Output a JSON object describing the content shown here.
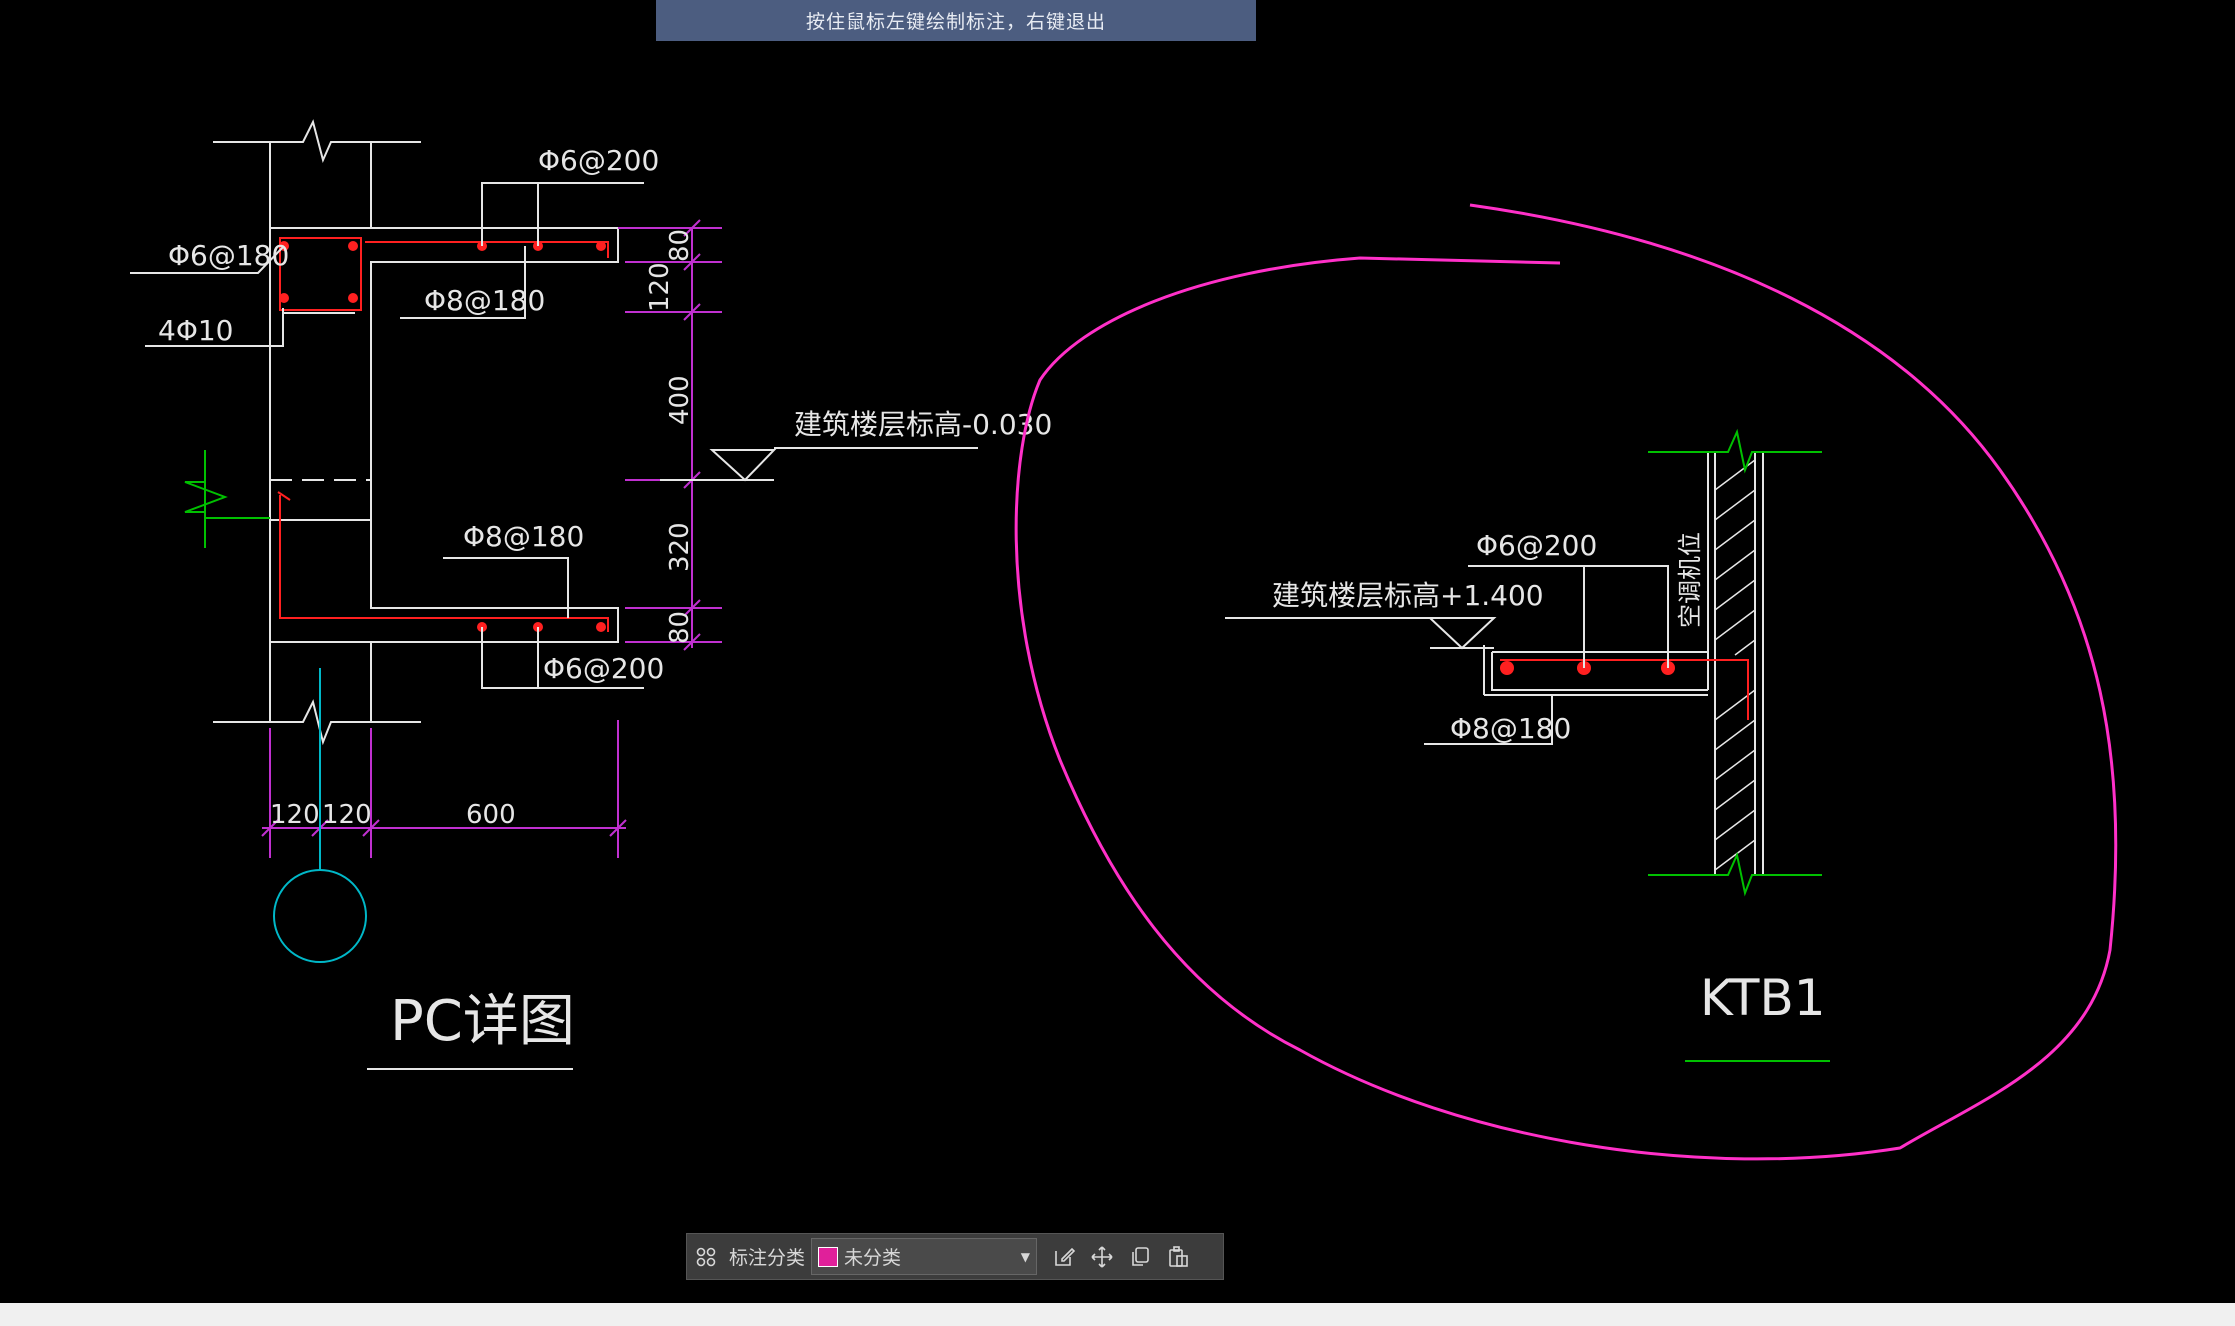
{
  "hint_bar": {
    "text": "按住鼠标左键绘制标注，右键退出"
  },
  "drawing": {
    "pc_detail": {
      "title": "PC详图",
      "labels": {
        "phi6_200_top": "Φ6@200",
        "phi6_180": "Φ6@180",
        "phi8_180_top": "Φ8@180",
        "four_phi10": "4Φ10",
        "phi8_180_bottom": "Φ8@180",
        "phi6_200_bottom": "Φ6@200",
        "elevation": "建筑楼层标高-0.030"
      },
      "vertical_dims": [
        "80",
        "120",
        "400",
        "320",
        "80"
      ],
      "horizontal_dims": [
        "120",
        "120",
        "600"
      ]
    },
    "ktb1": {
      "title": "KTB1",
      "labels": {
        "phi6_200": "Φ6@200",
        "elevation": "建筑楼层标高+1.400",
        "phi8_180": "Φ8@180",
        "ac_position": "空调机位"
      }
    }
  },
  "toolbar": {
    "category_label": "标注分类",
    "category_value": "未分类",
    "category_color": "#e0209a",
    "icons": [
      "grid-icon",
      "edit-icon",
      "move-icon",
      "copy-icon",
      "paste-icon"
    ]
  },
  "colors": {
    "background": "#000000",
    "line": "#e6e6e6",
    "rebar": "#ff2020",
    "dimension": "#c030d0",
    "annotation": "#ff30c8",
    "boundary": "#00c000",
    "axis": "#00b8c8"
  }
}
